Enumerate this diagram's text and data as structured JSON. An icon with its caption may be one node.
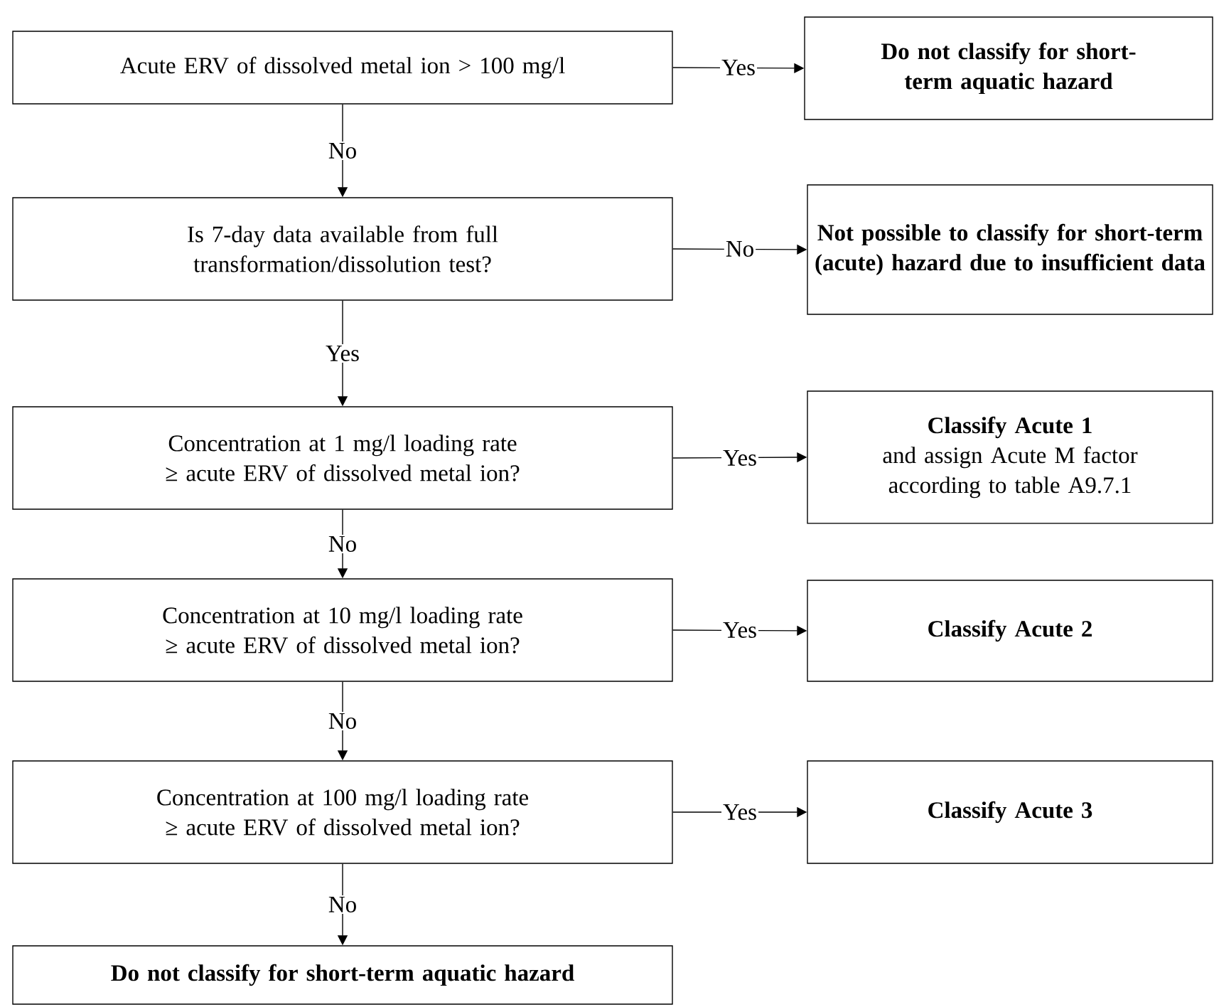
{
  "diagram": {
    "nodes": [
      {
        "text": [
          "Acute ERV of dissolved metal ion > 100 mg/l"
        ]
      },
      {
        "text": [
          "Do not classify for short-term aquatic hazard"
        ]
      },
      {
        "text": [
          "Is 7-day data available from full transformation/dissolution test?"
        ]
      },
      {
        "text": [
          "Not possible to classify for short-term (acute) hazard due to insufficient data"
        ]
      },
      {
        "text": [
          "Concentration at 1 mg/l loading rate ≥ acute ERV of dissolved metal ion?"
        ]
      },
      {
        "text": [
          "Classify Acute 1",
          "and assign Acute M factor according to table A9.7.1"
        ]
      },
      {
        "text": [
          "Concentration at 10 mg/l loading rate ≥ acute ERV of dissolved metal ion?"
        ]
      },
      {
        "text": [
          "Classify Acute 2"
        ]
      },
      {
        "text": [
          "Concentration at 100 mg/l loading rate ≥ acute ERV of dissolved metal ion?"
        ]
      },
      {
        "text": [
          "Classify Acute 3"
        ]
      },
      {
        "text": [
          "Do not classify for short-term aquatic hazard"
        ]
      }
    ],
    "edges": [
      {
        "from": 0,
        "to": 1,
        "arrow": "to",
        "label": "Yes"
      },
      {
        "from": 0,
        "to": 2,
        "arrow": "to",
        "label": "No"
      },
      {
        "from": 2,
        "to": 3,
        "arrow": "to",
        "label": "No"
      },
      {
        "from": 2,
        "to": 4,
        "arrow": "to",
        "label": "Yes"
      },
      {
        "from": 4,
        "to": 5,
        "arrow": "to",
        "label": "Yes"
      },
      {
        "from": 4,
        "to": 6,
        "arrow": "to",
        "label": "No"
      },
      {
        "from": 6,
        "to": 7,
        "arrow": "to",
        "label": "Yes"
      },
      {
        "from": 6,
        "to": 8,
        "arrow": "to",
        "label": "No"
      },
      {
        "from": 8,
        "to": 9,
        "arrow": "to",
        "label": "Yes"
      },
      {
        "from": 8,
        "to": 10,
        "arrow": "to",
        "label": "No"
      }
    ]
  }
}
